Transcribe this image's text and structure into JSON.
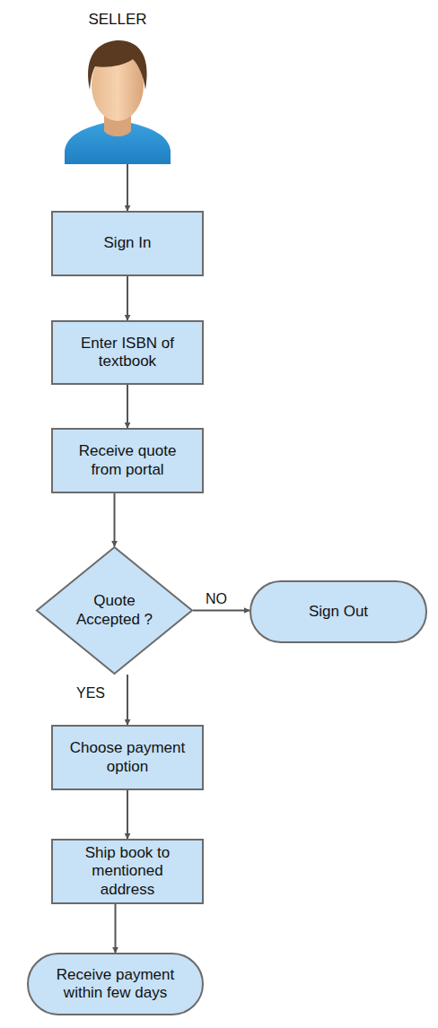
{
  "diagram": {
    "nodes": [
      {
        "text": [
          "SELLER"
        ]
      },
      {
        "text": [
          "Sign In"
        ]
      },
      {
        "text": [
          "Enter ISBN of textbook"
        ]
      },
      {
        "text": [
          "Receive quote from portal"
        ]
      },
      {
        "text": [
          "Quote Accepted ?"
        ]
      },
      {
        "text": [
          "Sign Out"
        ]
      },
      {
        "text": [
          "Choose payment option"
        ]
      },
      {
        "text": [
          "Ship book to mentioned address"
        ]
      },
      {
        "text": [
          "Receive payment within few days"
        ]
      }
    ],
    "edges": [
      {
        "from": 0,
        "to": 1,
        "arrow": "to"
      },
      {
        "from": 1,
        "to": 2,
        "arrow": "to"
      },
      {
        "from": 2,
        "to": 3,
        "arrow": "to"
      },
      {
        "from": 3,
        "to": 4,
        "arrow": "to"
      },
      {
        "from": 4,
        "to": 5,
        "label": "NO",
        "arrow": "to"
      },
      {
        "from": 4,
        "to": 6,
        "label": "YES",
        "arrow": "to"
      },
      {
        "from": 6,
        "to": 7,
        "arrow": "to"
      },
      {
        "from": 7,
        "to": 8,
        "arrow": "to"
      }
    ]
  }
}
